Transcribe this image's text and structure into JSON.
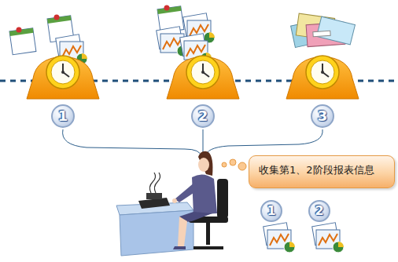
{
  "diagram": {
    "nodes": [
      {
        "text": [
          "1"
        ]
      },
      {
        "text": [
          "2"
        ]
      },
      {
        "text": [
          "3"
        ]
      },
      {
        "text": [
          "收集第1、2阶段报表信息"
        ]
      },
      {
        "text": [
          "1"
        ]
      },
      {
        "text": [
          "2"
        ]
      }
    ]
  }
}
